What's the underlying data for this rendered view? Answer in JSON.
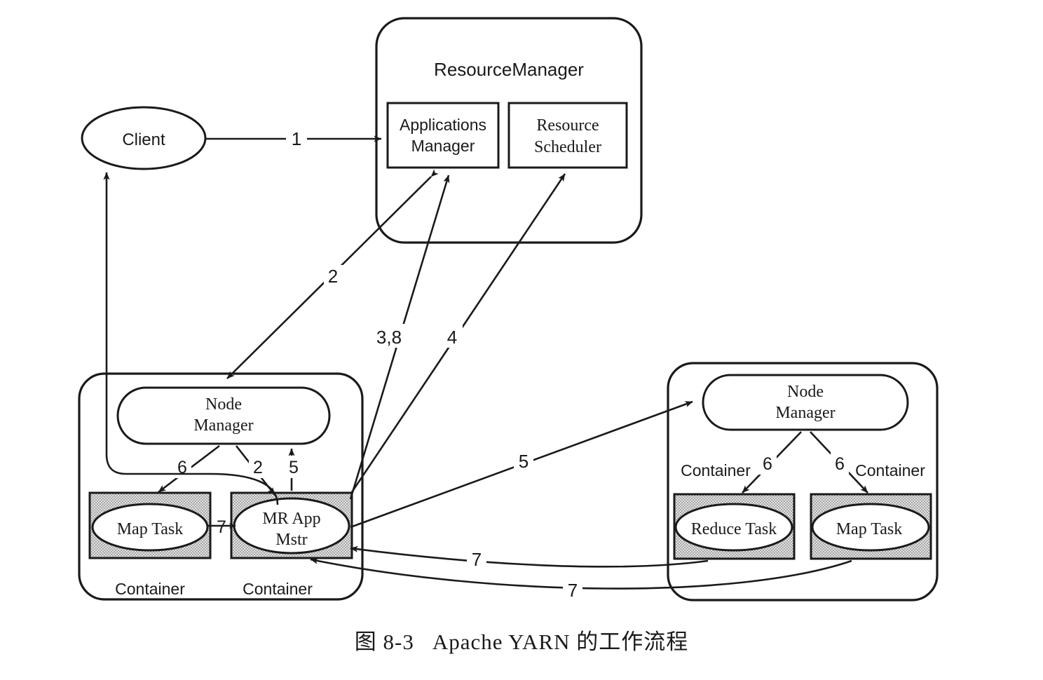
{
  "figure": {
    "caption_number": "图 8-3",
    "caption_title": "Apache YARN 的工作流程"
  },
  "nodes": {
    "client": {
      "label": "Client",
      "shape": "ellipse"
    },
    "resource_manager": {
      "label": "ResourceManager",
      "shape": "rounded-rect",
      "children": [
        {
          "id": "applications_manager",
          "line1": "Applications",
          "line2": "Manager",
          "shape": "rect"
        },
        {
          "id": "resource_scheduler",
          "line1": "Resource",
          "line2": "Scheduler",
          "shape": "rect"
        }
      ]
    },
    "node_manager_left": {
      "line1": "Node",
      "line2": "Manager",
      "shape": "pill",
      "containers": [
        {
          "id": "container-map-task-left",
          "label": "Container",
          "task": "Map Task"
        },
        {
          "id": "container-mr-app-mstr",
          "label": "Container",
          "task_line1": "MR App",
          "task_line2": "Mstr"
        }
      ]
    },
    "node_manager_right": {
      "line1": "Node",
      "line2": "Manager",
      "shape": "pill",
      "containers": [
        {
          "id": "container-reduce-task",
          "label": "Container",
          "task": "Reduce Task"
        },
        {
          "id": "container-map-task-right",
          "label": "Container",
          "task": "Map Task"
        }
      ]
    }
  },
  "edges": [
    {
      "id": "edge-1",
      "label": "1",
      "from": "client",
      "to": "applications_manager"
    },
    {
      "id": "edge-2-nm",
      "label": "2",
      "from": "node_manager_left",
      "to": "applications_manager",
      "bidirectional": true
    },
    {
      "id": "edge-2-mstr",
      "label": "2",
      "from": "node_manager_left",
      "to": "mr_app_mstr"
    },
    {
      "id": "edge-3-8",
      "label": "3,8",
      "from": "mr_app_mstr",
      "to": "applications_manager"
    },
    {
      "id": "edge-4",
      "label": "4",
      "from": "mr_app_mstr",
      "to": "resource_scheduler"
    },
    {
      "id": "edge-5-nm-left",
      "label": "5",
      "from": "mr_app_mstr",
      "to": "node_manager_left"
    },
    {
      "id": "edge-5-nm-right",
      "label": "5",
      "from": "mr_app_mstr",
      "to": "node_manager_right"
    },
    {
      "id": "edge-6-map-left",
      "label": "6",
      "from": "node_manager_left",
      "to": "map_task_left"
    },
    {
      "id": "edge-6-reduce",
      "label": "6",
      "from": "node_manager_right",
      "to": "reduce_task"
    },
    {
      "id": "edge-6-map-right",
      "label": "6",
      "from": "node_manager_right",
      "to": "map_task_right"
    },
    {
      "id": "edge-7-map-left",
      "label": "7",
      "from": "map_task_left",
      "to": "mr_app_mstr"
    },
    {
      "id": "edge-7-reduce",
      "label": "7",
      "from": "reduce_task",
      "to": "mr_app_mstr"
    },
    {
      "id": "edge-7-map-right",
      "label": "7",
      "from": "map_task_right",
      "to": "mr_app_mstr"
    },
    {
      "id": "edge-return-client",
      "label": "",
      "from": "mr_app_mstr",
      "to": "client"
    }
  ],
  "colors": {
    "stroke": "#1a1a1a",
    "background": "#ffffff",
    "container_fill": "#c8c8c8",
    "node_fill": "#ffffff"
  }
}
